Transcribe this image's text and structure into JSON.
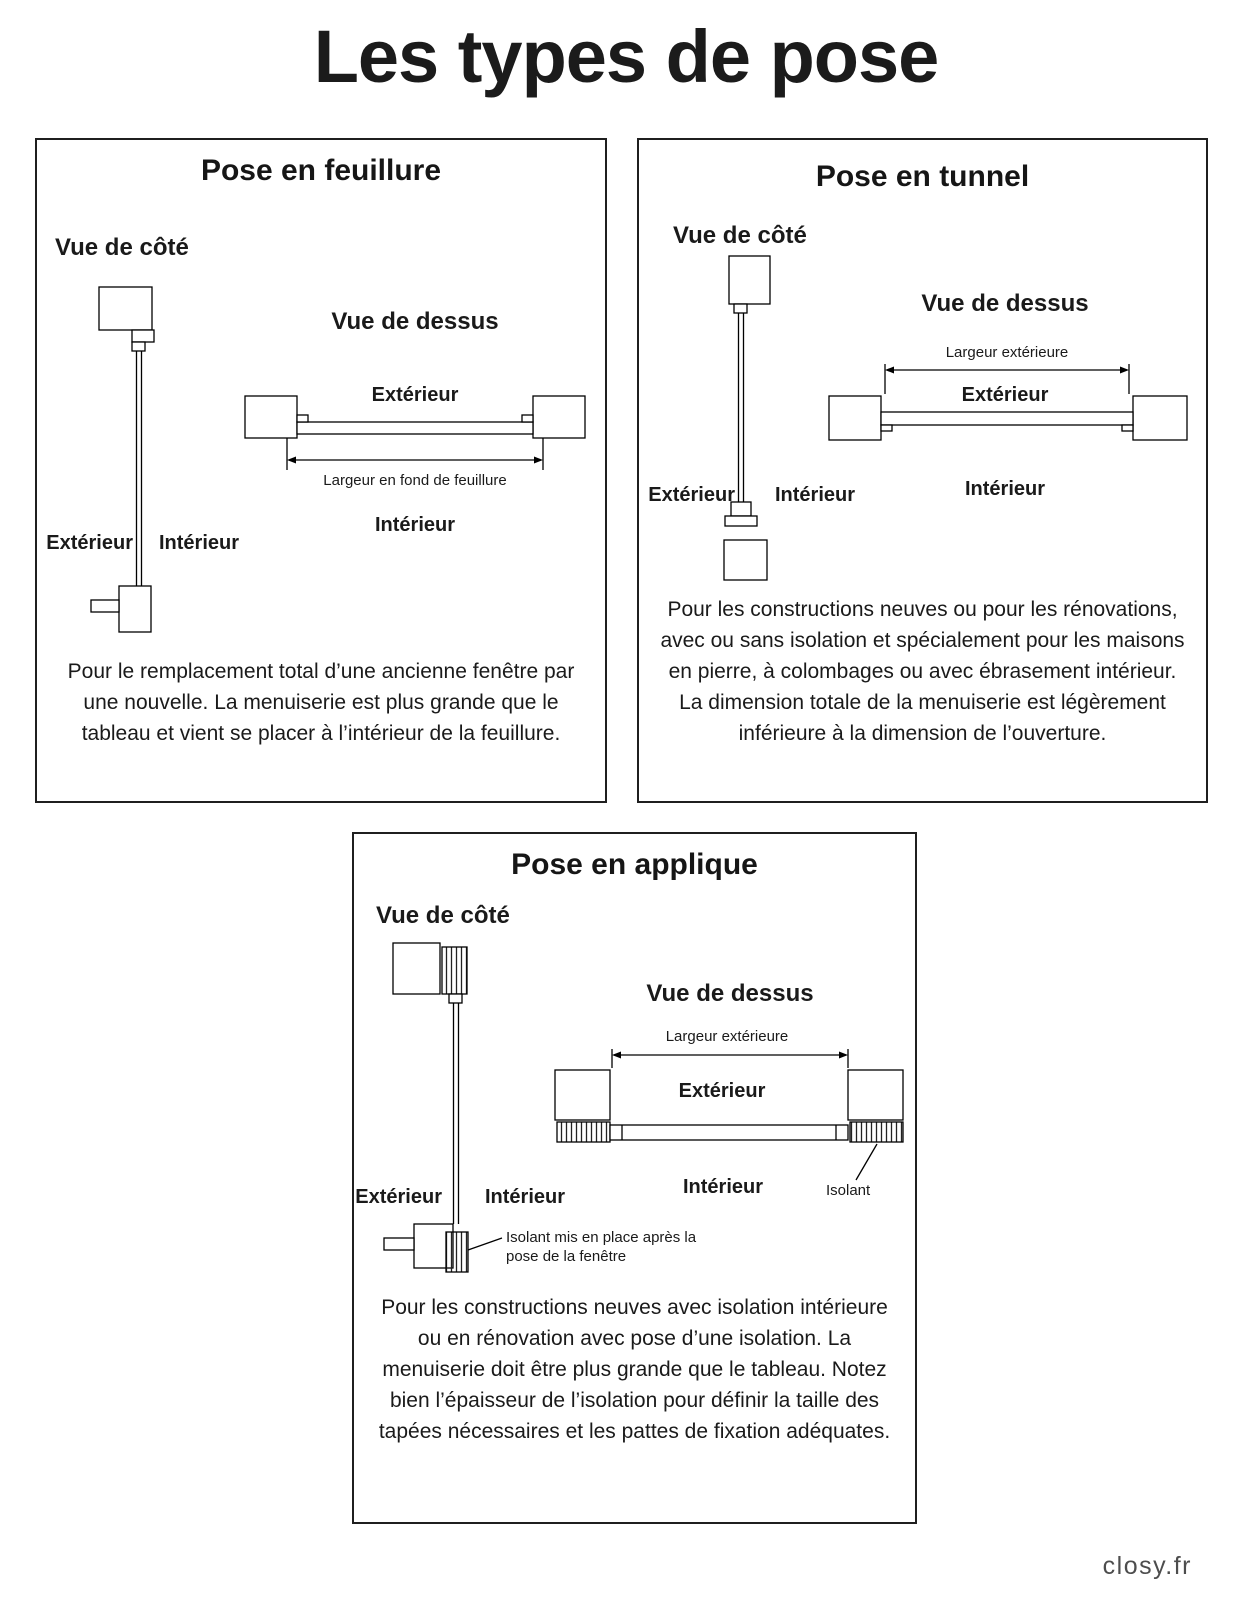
{
  "page": {
    "title": "Les types de pose",
    "footer": "closy.fr"
  },
  "panels": {
    "feuillure": {
      "title": "Pose en feuillure",
      "side_view_label": "Vue de côté",
      "top_view_label": "Vue de dessus",
      "exterior_top": "Extérieur",
      "interior_top": "Intérieur",
      "dimension_label": "Largeur en fond de feuillure",
      "exterior_side": "Extérieur",
      "interior_side": "Intérieur",
      "description": "Pour le remplacement total d’une ancienne fenêtre par une nouvelle. La menuiserie est plus grande que le tableau et vient se placer à l’intérieur de la feuillure."
    },
    "tunnel": {
      "title": "Pose en tunnel",
      "side_view_label": "Vue de côté",
      "top_view_label": "Vue de dessus",
      "dimension_label": "Largeur extérieure",
      "exterior_top": "Extérieur",
      "interior_top": "Intérieur",
      "exterior_side": "Extérieur",
      "interior_side": "Intérieur",
      "description": "Pour les constructions neuves ou pour les rénovations, avec ou sans isolation et spécialement pour les maisons en pierre, à colombages ou avec ébrasement intérieur. La dimension totale de la menuiserie est légèrement inférieure à la dimension de l’ouverture."
    },
    "applique": {
      "title": "Pose en applique",
      "side_view_label": "Vue de côté",
      "top_view_label": "Vue de dessus",
      "dimension_label": "Largeur extérieure",
      "exterior_top": "Extérieur",
      "interior_top": "Intérieur",
      "isolant_label": "Isolant",
      "exterior_side": "Extérieur",
      "interior_side": "Intérieur",
      "annotation": "Isolant mis en place après la pose de la fenêtre",
      "description": "Pour les constructions neuves avec isolation intérieure ou en rénovation avec pose d’une isolation. La menuiserie doit être plus grande que le tableau. Notez bien l’épaisseur de l’isolation pour définir la taille des tapées nécessaires et les pattes de fixation adéquates."
    }
  }
}
